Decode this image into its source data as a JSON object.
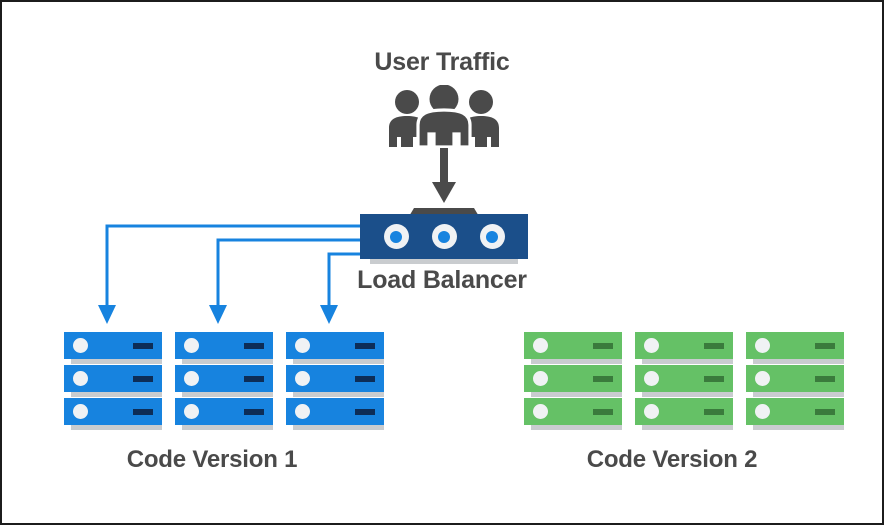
{
  "diagram": {
    "title_top": "User Traffic",
    "load_balancer_label": "Load Balancer",
    "groups": [
      {
        "id": "code-version-1",
        "label": "Code Version 1",
        "color": "#1783df",
        "dash_color": "#0d2d57",
        "rack_count": 3,
        "units_per_rack": 3,
        "receives_traffic": true
      },
      {
        "id": "code-version-2",
        "label": "Code Version 2",
        "color": "#65c166",
        "dash_color": "#3a7b3c",
        "rack_count": 3,
        "units_per_rack": 3,
        "receives_traffic": false
      }
    ],
    "load_balancer": {
      "box_color": "#1b4f8a",
      "led_count": 3,
      "led_ring_color": "#f0f2f4",
      "led_core_color": "#1783df",
      "stand_color": "#4a4a4a"
    },
    "users_icon": {
      "name": "three-people-group",
      "color": "#4a4a4a",
      "person_count": 3
    },
    "traffic_arrow": {
      "name": "down-arrow",
      "color": "#4a4a4a",
      "direction": "down"
    },
    "connectors": {
      "color": "#1783df",
      "count": 3,
      "style": "elbow-with-arrowhead",
      "from": "Load Balancer",
      "to": "Code Version 1"
    },
    "shadow_color": "#c9cccf",
    "text_color": "#4a4a4a",
    "background": "#ffffff",
    "border_color": "#1c1c1c"
  }
}
